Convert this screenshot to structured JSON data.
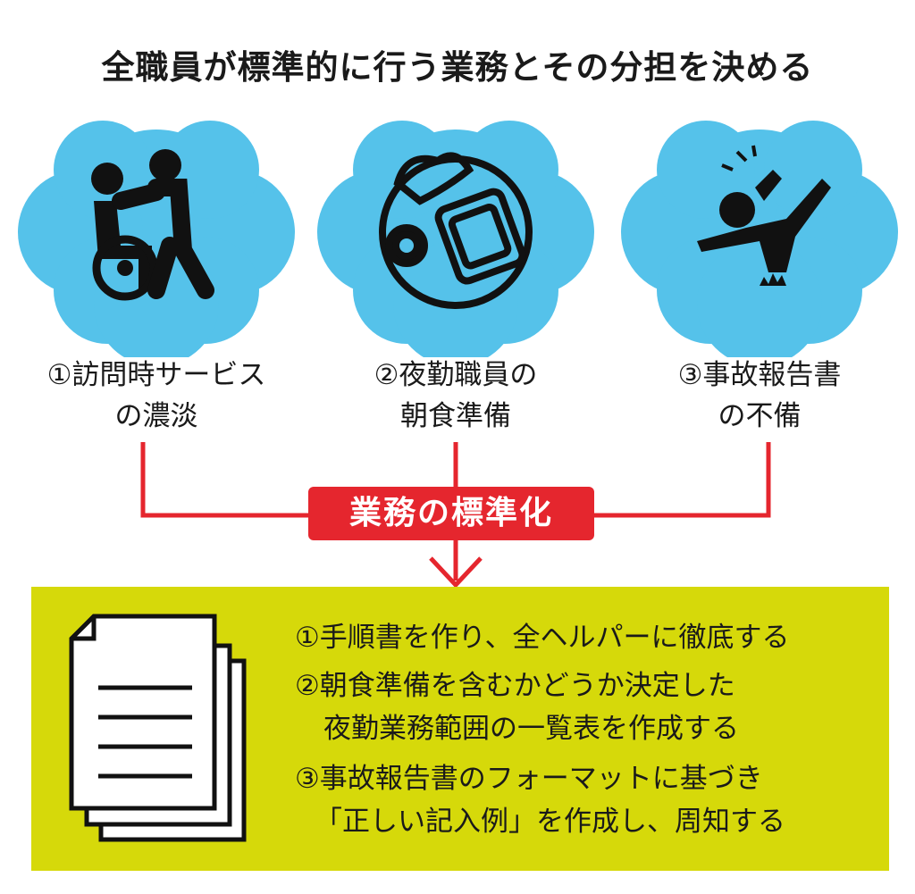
{
  "title": "全職員が標準的に行う業務とその分担を決める",
  "problems": [
    {
      "line1": "①訪問時サービス",
      "line2": "の濃淡",
      "icon": "wheelchair-caregiver-icon"
    },
    {
      "line1": "②夜勤職員の",
      "line2": "朝食準備",
      "icon": "breakfast-plate-icon"
    },
    {
      "line1": "③事故報告書",
      "line2": "の不備",
      "icon": "falling-person-icon"
    }
  ],
  "badge": "業務の標準化",
  "solutions": [
    {
      "line1": "①手順書を作り、全ヘルパーに徹底する"
    },
    {
      "line1": "②朝食準備を含むかどうか決定した",
      "line2": "夜勤業務範囲の一覧表を作成する"
    },
    {
      "line1": "③事故報告書のフォーマットに基づき",
      "line2": "「正しい記入例」を作成し、周知する"
    }
  ],
  "colors": {
    "cloud": "#55c2ea",
    "red": "#e5262e",
    "box": "#d6d90a"
  }
}
